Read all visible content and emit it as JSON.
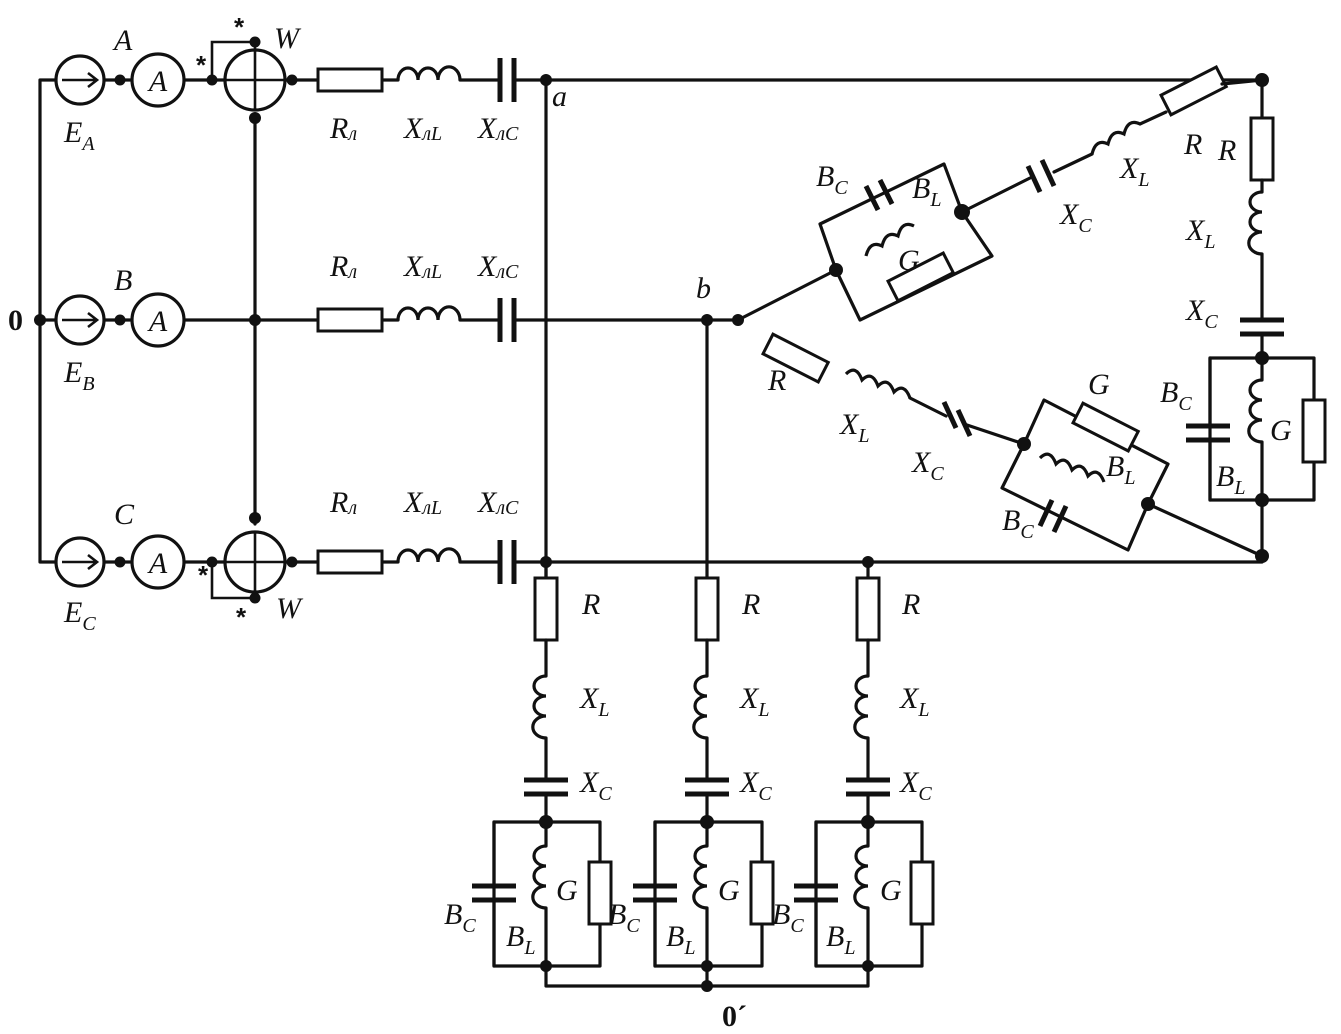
{
  "nodes": {
    "neutral_source": "0",
    "neutral_load": "0´",
    "node_a": "a",
    "node_b": "b"
  },
  "phases": [
    {
      "letter": "A",
      "source_label": "E",
      "source_sub": "A",
      "ammeter": "A"
    },
    {
      "letter": "B",
      "source_label": "E",
      "source_sub": "B",
      "ammeter": "A"
    },
    {
      "letter": "C",
      "source_label": "E",
      "source_sub": "C",
      "ammeter": "A"
    }
  ],
  "wattmeter": {
    "label": "W",
    "mark": "*"
  },
  "line": {
    "r_label": "R",
    "r_sub": "л",
    "xl_label": "X",
    "xl_sub": "лL",
    "xc_label": "X",
    "xc_sub": "лC"
  },
  "components": {
    "R": "R",
    "X": "X",
    "L": "L",
    "C": "C",
    "B": "B",
    "G": "G"
  }
}
